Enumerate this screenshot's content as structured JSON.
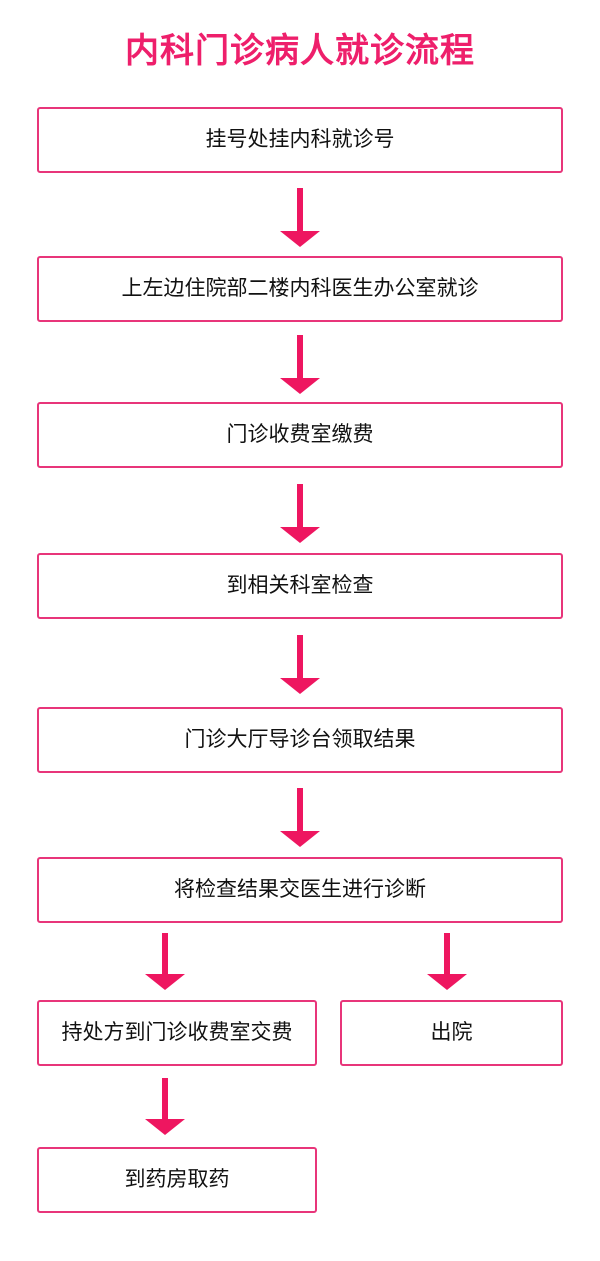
{
  "title": "内科门诊病人就诊流程",
  "steps": [
    "挂号处挂内科就诊号",
    "上左边住院部二楼内科医生办公室就诊",
    "门诊收费室缴费",
    "到相关科室检查",
    "门诊大厅导诊台领取结果",
    "将检查结果交医生进行诊断"
  ],
  "branch_left": [
    "持处方到门诊收费室交费",
    "到药房取药"
  ],
  "branch_right": "出院",
  "colors": {
    "title": "#ee1f6b",
    "box_border": "#e8357a",
    "arrow": "#ee1660"
  }
}
